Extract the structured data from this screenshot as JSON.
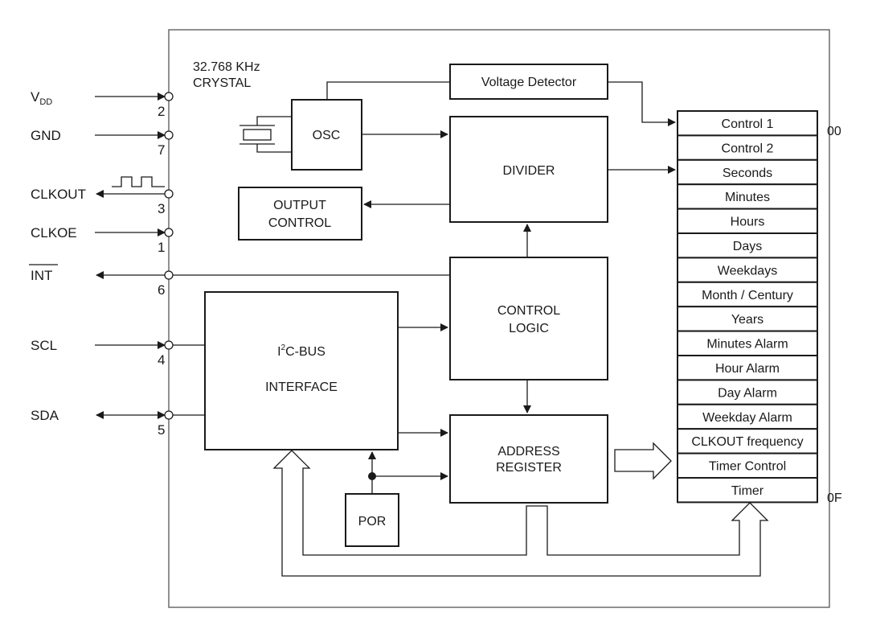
{
  "title": "RTC block diagram",
  "crystal": {
    "line1": "32.768 KHz",
    "line2": "CRYSTAL"
  },
  "pins": [
    {
      "id": "vdd",
      "label": "V",
      "label_sub": "DD",
      "number": "2",
      "direction": "in"
    },
    {
      "id": "gnd",
      "label": "GND",
      "label_sub": "",
      "number": "7",
      "direction": "in"
    },
    {
      "id": "clkout",
      "label": "CLKOUT",
      "label_sub": "",
      "number": "3",
      "direction": "out"
    },
    {
      "id": "clkoe",
      "label": "CLKOE",
      "label_sub": "",
      "number": "1",
      "direction": "in"
    },
    {
      "id": "int",
      "label": "INT",
      "label_sub": "",
      "number": "6",
      "direction": "out",
      "overbar": true
    },
    {
      "id": "scl",
      "label": "SCL",
      "label_sub": "",
      "number": "4",
      "direction": "in"
    },
    {
      "id": "sda",
      "label": "SDA",
      "label_sub": "",
      "number": "5",
      "direction": "bidir"
    }
  ],
  "blocks": {
    "osc": "OSC",
    "voltage_detector": "Voltage Detector",
    "divider": "DIVIDER",
    "output_control": [
      "OUTPUT",
      "CONTROL"
    ],
    "control_logic": [
      "CONTROL",
      "LOGIC"
    ],
    "i2c": {
      "prefix": "I",
      "sup": "2",
      "rest": "C-BUS",
      "line2": "INTERFACE"
    },
    "address_register": [
      "ADDRESS",
      "REGISTER"
    ],
    "por": "POR"
  },
  "registers": [
    "Control 1",
    "Control 2",
    "Seconds",
    "Minutes",
    "Hours",
    "Days",
    "Weekdays",
    "Month / Century",
    "Years",
    "Minutes Alarm",
    "Hour Alarm",
    "Day Alarm",
    "Weekday Alarm",
    "CLKOUT frequency",
    "Timer Control",
    "Timer"
  ],
  "register_addresses": {
    "first": "00",
    "last": "0F"
  }
}
